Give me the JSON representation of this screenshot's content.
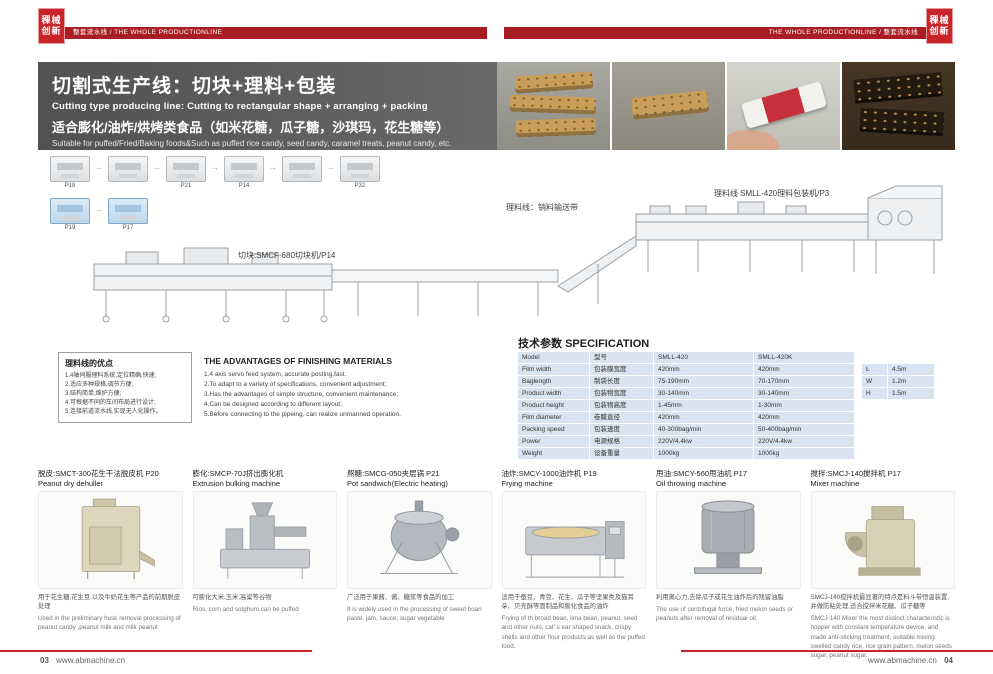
{
  "header": {
    "logo_line1": "稞械",
    "logo_line2": "创新",
    "left_bar": "整套流水线 / THE WHOLE PRODUCTIONLINE",
    "right_bar": "THE WHOLE PRODUCTIONLINE / 整套流水线"
  },
  "banner": {
    "title_cn": "切割式生产线：切块+理料+包装",
    "title_en": "Cutting type producing line:  Cutting to rectangular shape + arranging + packing",
    "subtitle_cn": "适合膨化/油炸/烘烤类食品（如米花糖，瓜子糖，沙琪玛，花生糖等）",
    "subtitle_en": "Suitable for puffed/Fried/Baking foods&Such as puffed rice candy, seed candy, caramel treats, peanut candy, etc."
  },
  "photos": {
    "items": [
      "stacked-cereal-bars-photo",
      "single-cereal-bar-photo",
      "wrapped-candy-bar-photo",
      "nut-chocolate-bars-photo"
    ]
  },
  "diagram": {
    "thumbs_row1": [
      {
        "label": "P18"
      },
      {
        "label": ""
      },
      {
        "label": "P21"
      },
      {
        "label": "P14"
      },
      {
        "label": ""
      },
      {
        "label": "P32"
      }
    ],
    "thumbs_row2": [
      {
        "label": "P19"
      },
      {
        "label": "P17"
      }
    ],
    "labels": {
      "cutter": "切块:SMCF-680切块机/P14",
      "conveyor": "理料线：销料输送带",
      "packer": "理料线  SMLL-420理料包装机/P3"
    }
  },
  "advantages_cn": {
    "title": "理料线的优点",
    "items": [
      "1.4轴伺服理料系统,定位精确,快速;",
      "2.适应多种规格,调节方便;",
      "3.结构简单,维护方便;",
      "4.可根据不同的车间布局进行设计;",
      "5.连接前道流水线,实现无人化操作。"
    ]
  },
  "advantages_en": {
    "title": "THE ADVANTAGES OF FINISHING MATERIALS",
    "items": [
      "1.4 axis servo feed system, accurate posting,fast.",
      "2.To adapt to a variety of specifications, convenient adjustment;",
      "3.Has the advantages of simple structure, convenient maintenance;",
      "4.Can be designed according to different layout;",
      "5.Before connecting to the pipeing, can realize unmanned operation."
    ]
  },
  "spec": {
    "title_cn": "技术参数",
    "title_en": "SPECIFICATION",
    "rows": [
      {
        "name": "Model",
        "cn": "型号",
        "v1": "SMLL-420",
        "v2": "SMLL-420K"
      },
      {
        "name": "Film width",
        "cn": "包装膜宽度",
        "v1": "420mm",
        "v2": "420mm"
      },
      {
        "name": "Baglength",
        "cn": "制袋长度",
        "v1": "75-190mm",
        "v2": "70-170mm"
      },
      {
        "name": "Product width",
        "cn": "包装物宽度",
        "v1": "30-140mm",
        "v2": "30-140mm"
      },
      {
        "name": "Product height",
        "cn": "包装物高度",
        "v1": "1-45mm",
        "v2": "1-30mm"
      },
      {
        "name": "Film diameter",
        "cn": "卷膜直径",
        "v1": "420mm",
        "v2": "420mm"
      },
      {
        "name": "Packing speed",
        "cn": "包装速度",
        "v1": "40-300bag/min",
        "v2": "50-400bag/min"
      },
      {
        "name": "Power",
        "cn": "电源规格",
        "v1": "220V/4.4kw",
        "v2": "220V/4.4kw"
      },
      {
        "name": "Weight",
        "cn": "设备重量",
        "v1": "1000kg",
        "v2": "1000kg"
      }
    ],
    "dims": [
      {
        "k": "L",
        "v": "4.5m"
      },
      {
        "k": "W",
        "v": "1.2m"
      },
      {
        "k": "H",
        "v": "1.5m"
      }
    ]
  },
  "products": [
    {
      "title_cn": "脱皮:SMCT-300花生干法脱皮机 P20",
      "title_en": "Peanut dry dehuller",
      "desc_cn": "用于花生糖,花生豆,以及牛奶花生等产品的前期脱皮处理",
      "desc_en": "Used in the preliminary husk removal processing of peanut candy ,peanut milk and milk peanut",
      "icon": "dehuller-machine"
    },
    {
      "title_cn": "膨化:SMCP-70J挤出膨化机",
      "title_en": "Extrusion bulking machine",
      "desc_cn": "可膨化大米,玉米,高粱等谷物",
      "desc_en": "Rios, corn and sotghum can be puffed",
      "icon": "extruder-machine"
    },
    {
      "title_cn": "熬糖:SMCG-050夹层锅 P21",
      "title_en": "Pot sandwich(Electric heating)",
      "desc_cn": "广泛用于果酱、酱、糖浆等食品的加工",
      "desc_en": "It is widely used in the processing of sweet boan paste, jam, sauce, sugar vegetable",
      "icon": "jacketed-kettle"
    },
    {
      "title_cn": "油炸:SMCY-1000油炸机 P19",
      "title_en": "Frying machine",
      "desc_cn": "适用于蚕豆、青豆、花生、瓜子等坚果类及猫耳朵、贝壳酥等面制品和膨化食品的油炸",
      "desc_en": "Frying of th broad bean, lima bean, peanut, seed and other nuts, cat' s ear shaped snack, crispy shells and other flour products as well as the puffed food.",
      "icon": "fryer-machine"
    },
    {
      "title_cn": "甩油:SMCY-560甩油机 P17",
      "title_en": "Oil throwing machine",
      "desc_cn": "利用离心力,去除瓜子或花生油炸后的残留油脂",
      "desc_en": "The use of centrifugal force, fried melon seeds or peanuts after removal of residual oil.",
      "icon": "centrifuge-machine"
    },
    {
      "title_cn": "搅拌:SMCJ-140搅拌机 P17",
      "title_en": "Mixer machine",
      "desc_cn": "SMCJ-140搅拌机最显著的特点是料斗带恒温装置,并做防粘处理,适合搅拌米花糖、瓜子糖等",
      "desc_en": "SMCJ-140 Mixer the most distinct characteristic is hopper with constant temperature device, and made anti-sticking treatment, suitable mixing swelled candy rice, rice grain pattern, melon seeds sugar, peanut sugar.",
      "icon": "mixer-machine"
    }
  ],
  "footer": {
    "left_page": "03",
    "left_site": "www.abmachine.cn",
    "right_site": "www.abmachine.cn",
    "right_page": "04"
  }
}
